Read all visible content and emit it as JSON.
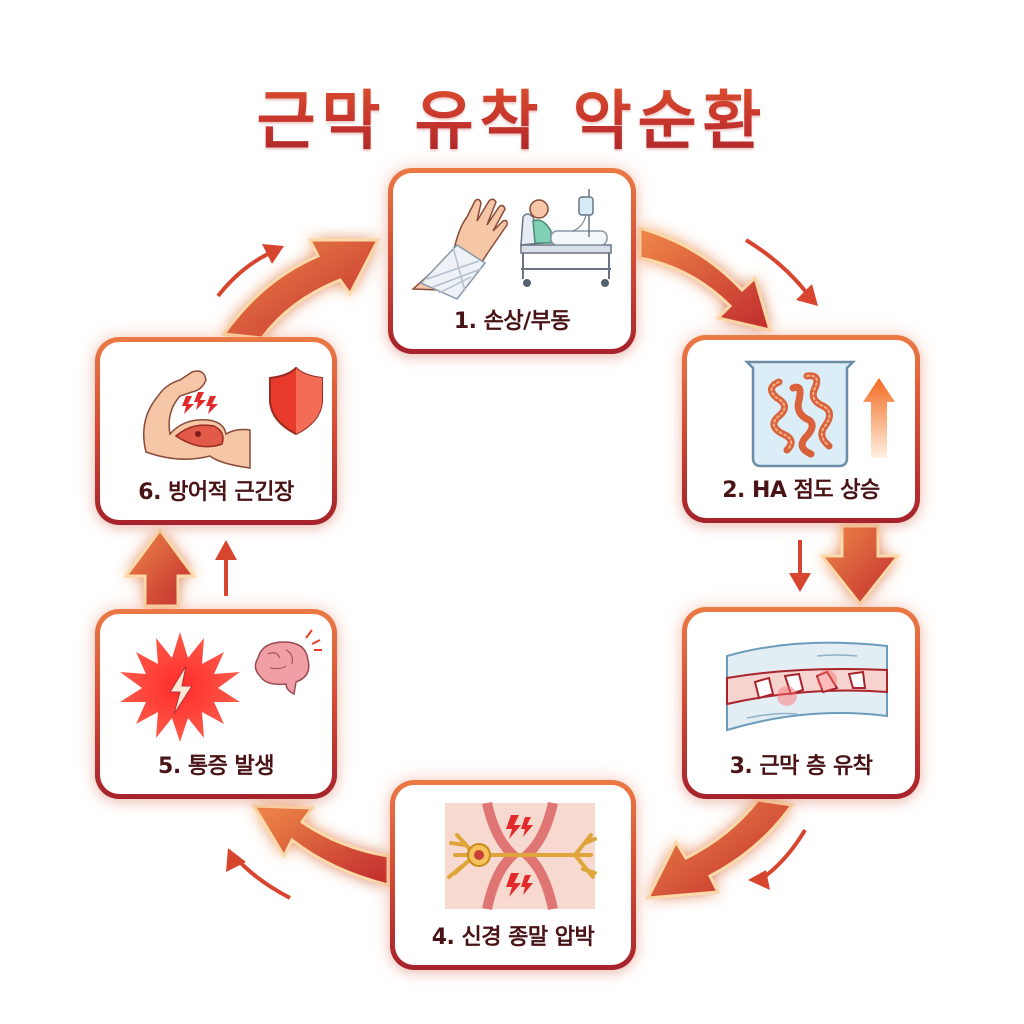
{
  "title": "근막 유착 악순환",
  "colors": {
    "title_top": "#e0582f",
    "title_bottom": "#a8242a",
    "box_border_top": "#ec7a45",
    "box_border_bottom": "#a5222c",
    "label_text": "#4a1416",
    "arrow_main": "#c7352d",
    "arrow_outline": "#fbd9a8"
  },
  "cycle": {
    "direction": "clockwise",
    "steps": [
      {
        "number": 1,
        "label": "1. 손상/부동",
        "icon": "bandaged-hand-and-hospital-bed-icon"
      },
      {
        "number": 2,
        "label": "2. HA 점도 상승",
        "icon": "beaker-with-chains-and-up-arrow-icon"
      },
      {
        "number": 3,
        "label": "3. 근막 층 유착",
        "icon": "fascia-layers-adhesion-icon"
      },
      {
        "number": 4,
        "label": "4. 신경 종말 압박",
        "icon": "compressed-neuron-icon"
      },
      {
        "number": 5,
        "label": "5. 통증 발생",
        "icon": "pain-burst-and-brain-icon"
      },
      {
        "number": 6,
        "label": "6. 방어적 근긴장",
        "icon": "tense-arm-and-shield-icon"
      }
    ]
  }
}
